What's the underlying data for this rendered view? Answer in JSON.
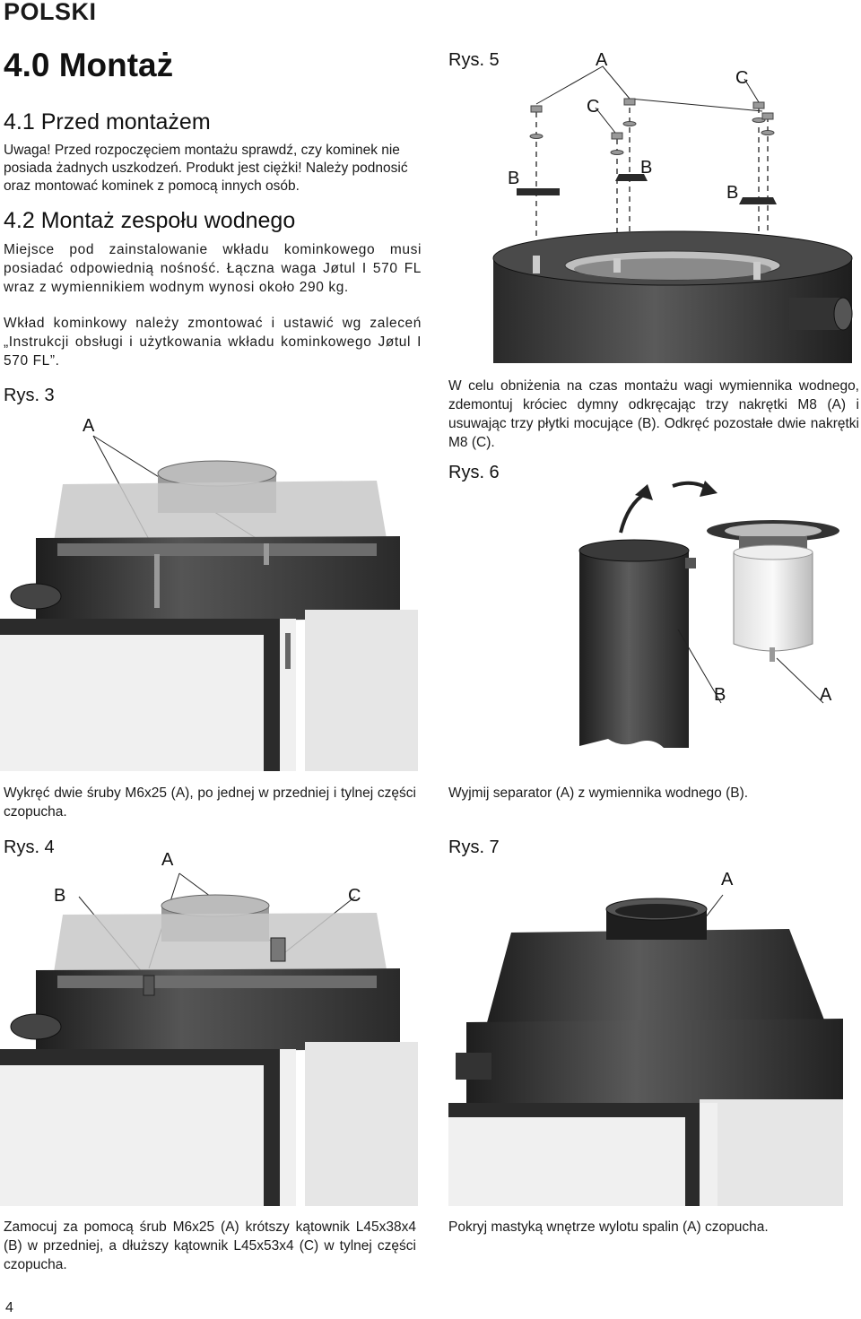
{
  "header": {
    "language": "POLSKI"
  },
  "section": {
    "title": "4.0 Montaż",
    "sub1": "4.1 Przed montażem",
    "warning": "Uwaga! Przed rozpoczęciem montażu sprawdź, czy kominek nie posiada żadnych uszkodzeń. Produkt jest ciężki! Należy podnosić oraz montować kominek z pomocą innych osób.",
    "sub2": "4.2 Montaż zespołu wodnego",
    "para1": "Miejsce pod zainstalowanie wkładu kominkowego musi posiadać odpowiednią nośność. Łączna waga Jøtul I 570 FL wraz z wymiennikiem wodnym wynosi około 290 kg.",
    "para2": "Wkład kominkowy należy zmontować i ustawić wg zaleceń „Instrukcji obsługi i użytkowania wkładu kominkowego Jøtul I 570 FL”.",
    "para5": "W celu obniżenia na czas montażu wagi wymiennika wodnego, zdemontuj króciec dymny odkręcając trzy nakrętki M8 (A) i usuwając trzy płytki mocujące (B). Odkręć pozostałe dwie nakrętki M8 (C)."
  },
  "figures": {
    "rys3": {
      "label": "Rys. 3",
      "a": "A",
      "caption": "Wykręć dwie śruby M6x25 (A), po jednej w przedniej i tylnej części czopucha."
    },
    "rys4": {
      "label": "Rys. 4",
      "a": "A",
      "b": "B",
      "c": "C",
      "caption": "Zamocuj za pomocą śrub M6x25 (A) krótszy kątownik L45x38x4 (B) w przedniej, a dłuższy kątownik L45x53x4 (C) w tylnej części czopucha."
    },
    "rys5": {
      "label": "Rys. 5",
      "a": "A",
      "b": "B",
      "c": "C"
    },
    "rys6": {
      "label": "Rys. 6",
      "a": "A",
      "b": "B",
      "caption": "Wyjmij separator (A) z wymiennika wodnego (B)."
    },
    "rys7": {
      "label": "Rys. 7",
      "a": "A",
      "caption": "Pokryj mastyką wnętrze wylotu spalin (A) czopucha."
    }
  },
  "footer": {
    "page": "4"
  }
}
